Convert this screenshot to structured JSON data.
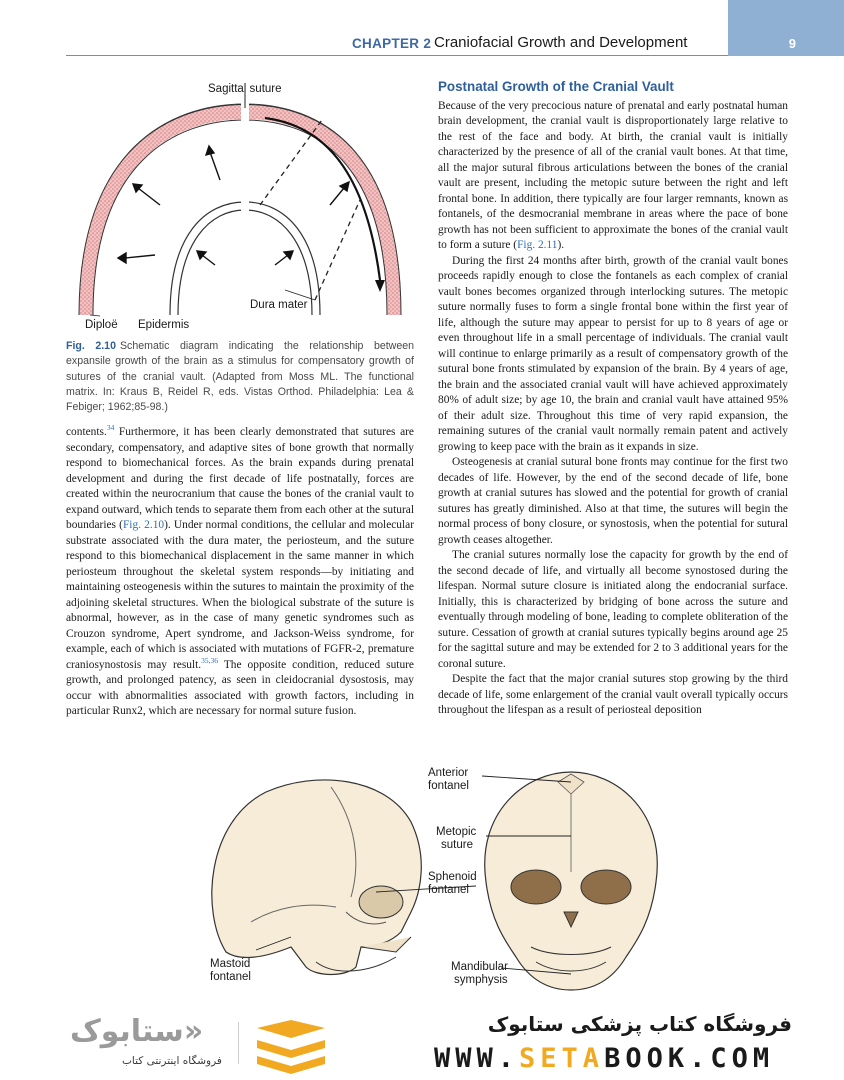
{
  "header": {
    "chapter": "CHAPTER 2",
    "title": "Craniofacial Growth and Development",
    "page_number": "9"
  },
  "figure_2_10": {
    "labels": {
      "sagittal_suture": "Sagittal suture",
      "dura_mater": "Dura mater",
      "diploe": "Diploë",
      "epidermis": "Epidermis"
    },
    "caption_label": "Fig. 2.10",
    "caption_text": "Schematic diagram indicating the relationship between expansile growth of the brain as a stimulus for compensatory growth of sutures of the cranial vault. (Adapted from Moss ML. The functional matrix. In: Kraus B, Reidel R, eds. Vistas Orthod. Philadelphia: Lea & Febiger; 1962;85-98.)"
  },
  "left_column": {
    "p1_a": "contents.",
    "p1_ref1": "34",
    "p1_b": " Furthermore, it has been clearly demonstrated that sutures are secondary, compensatory, and adaptive sites of bone growth that normally respond to biomechanical forces. As the brain expands during prenatal development and during the first decade of life postnatally, forces are created within the neurocranium that cause the bones of the cranial vault to expand outward, which tends to separate them from each other at the sutural boundaries (",
    "p1_figref": "Fig. 2.10",
    "p1_c": "). Under normal conditions, the cellular and molecular substrate associated with the dura mater, the periosteum, and the suture respond to this biomechanical displacement in the same manner in which periosteum throughout the skeletal system responds—by initiating and maintaining osteogenesis within the sutures to maintain the proximity of the adjoining skeletal structures. When the biological substrate of the suture is abnormal, however, as in the case of many genetic syndromes such as Crouzon syndrome, Apert syndrome, and Jackson-Weiss syndrome, for example, each of which is associated with mutations of FGFR-2, premature craniosynostosis may result.",
    "p1_ref2": "35,36",
    "p1_d": " The opposite condition, reduced suture growth, and prolonged patency, as seen in cleidocranial dysostosis, may occur with abnormalities associated with growth factors, including in particular Runx2, which are necessary for normal suture fusion."
  },
  "right_column": {
    "heading": "Postnatal Growth of the Cranial Vault",
    "p1_a": "Because of the very precocious nature of prenatal and early postnatal human brain development, the cranial vault is disproportionately large relative to the rest of the face and body. At birth, the cranial vault is initially characterized by the presence of all of the cranial vault bones. At that time, all the major sutural fibrous articulations between the bones of the cranial vault are present, including the metopic suture between the right and left frontal bone. In addition, there typically are four larger remnants, known as fontanels, of the desmocranial membrane in areas where the pace of bone growth has not been sufficient to approximate the bones of the cranial vault to form a suture (",
    "p1_figref": "Fig. 2.11",
    "p1_b": ").",
    "p2": "During the first 24 months after birth, growth of the cranial vault bones proceeds rapidly enough to close the fontanels as each complex of cranial vault bones becomes organized through interlocking sutures. The metopic suture normally fuses to form a single frontal bone within the first year of life, although the suture may appear to persist for up to 8 years of age or even throughout life in a small percentage of individuals. The cranial vault will continue to enlarge primarily as a result of compensatory growth of the sutural bone fronts stimulated by expansion of the brain. By 4 years of age, the brain and the associated cranial vault will have achieved approximately 80% of adult size; by age 10, the brain and cranial vault have attained 95% of their adult size. Throughout this time of very rapid expansion, the remaining sutures of the cranial vault normally remain patent and actively growing to keep pace with the brain as it expands in size.",
    "p3": "Osteogenesis at cranial sutural bone fronts may continue for the first two decades of life. However, by the end of the second decade of life, bone growth at cranial sutures has slowed and the potential for growth of cranial sutures has greatly diminished. Also at that time, the sutures will begin the normal process of bony closure, or synostosis, when the potential for sutural growth ceases altogether.",
    "p4": "The cranial sutures normally lose the capacity for growth by the end of the second decade of life, and virtually all become synostosed during the lifespan. Normal suture closure is initiated along the endocranial surface. Initially, this is characterized by bridging of bone across the suture and eventually through modeling of bone, leading to complete obliteration of the suture. Cessation of growth at cranial sutures typically begins around age 25 for the sagittal suture and may be extended for 2 to 3 additional years for the coronal suture.",
    "p5": "Despite the fact that the major cranial sutures stop growing by the third decade of life, some enlargement of the cranial vault overall typically occurs throughout the lifespan as a result of periosteal deposition"
  },
  "figure_2_11": {
    "labels": {
      "anterior_fontanel_1": "Anterior",
      "anterior_fontanel_2": "fontanel",
      "metopic_suture_1": "Metopic",
      "metopic_suture_2": "suture",
      "sphenoid_fontanel_1": "Sphenoid",
      "sphenoid_fontanel_2": "fontanel",
      "mastoid_fontanel_1": "Mastoid",
      "mastoid_fontanel_2": "fontanel",
      "mandibular_symphysis_1": "Mandibular",
      "mandibular_symphysis_2": "symphysis"
    }
  },
  "footer": {
    "logo_text": "ستابوک»",
    "logo_subtitle": "فروشگاه اینترنتی کتاب",
    "store_name": "فروشگاه کتاب پزشکی ستابوک",
    "url_part1": "WWW.",
    "url_part2": "SETA",
    "url_part3": "BOOK.COM"
  },
  "colors": {
    "accent_blue": "#2e5f9a",
    "link_blue": "#2e6fb0",
    "tab_blue": "#8fb0d3",
    "bone_pink": "#e8a0a0",
    "logo_gold": "#f0a920"
  }
}
